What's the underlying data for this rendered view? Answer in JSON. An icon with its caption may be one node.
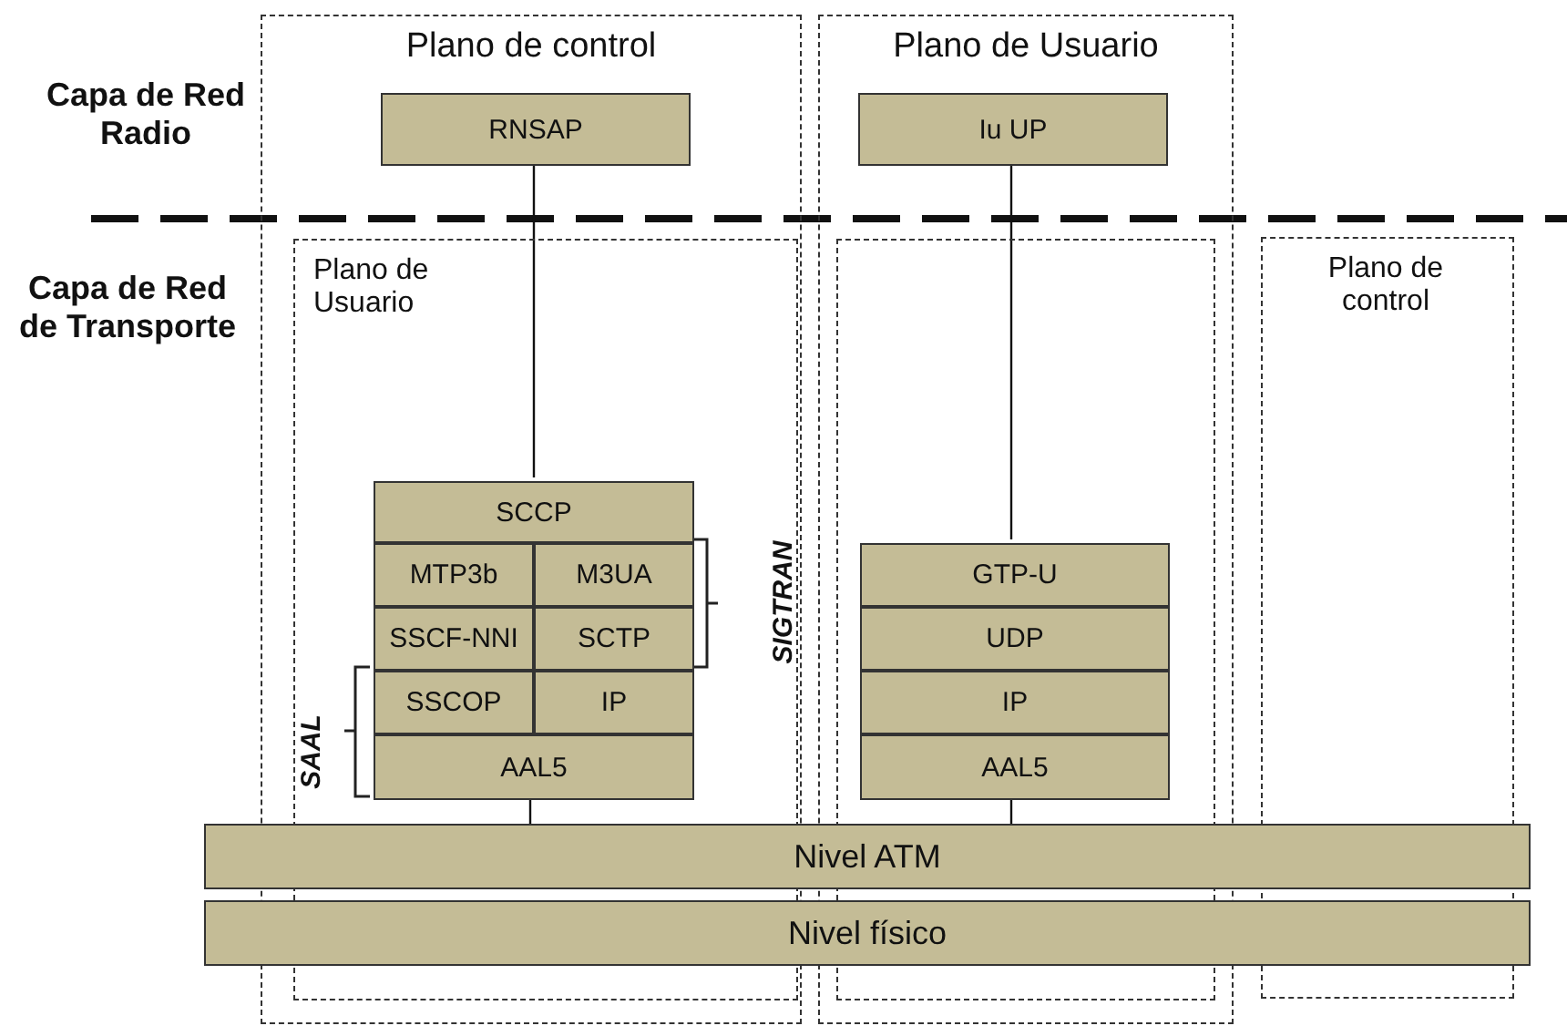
{
  "diagram": {
    "nodes": [
      {
        "text": [
          "Plano de control"
        ]
      },
      {
        "text": [
          "Plano de Usuario"
        ]
      },
      {
        "text": [
          "RNSAP"
        ],
        "in": 0
      },
      {
        "text": [
          "Iu UP"
        ],
        "in": 1
      },
      {
        "text": [
          "Plano de Usuario"
        ],
        "in": 0
      },
      {
        "text": [],
        "shape": "box",
        "in": 1
      },
      {
        "text": [
          "Plano de control"
        ]
      },
      {
        "text": [
          "SCCP"
        ],
        "in": 4
      },
      {
        "text": [
          "MTP3b"
        ],
        "in": 4
      },
      {
        "text": [
          "M3UA"
        ],
        "in": 4
      },
      {
        "text": [
          "SSCF-NNI"
        ],
        "in": 4
      },
      {
        "text": [
          "SCTP"
        ],
        "in": 4
      },
      {
        "text": [
          "SSCOP"
        ],
        "in": 4
      },
      {
        "text": [
          "IP"
        ],
        "in": 4
      },
      {
        "text": [
          "AAL5"
        ],
        "in": 4
      },
      {
        "text": [
          "GTP-U"
        ],
        "in": 5
      },
      {
        "text": [
          "UDP"
        ],
        "in": 5
      },
      {
        "text": [
          "IP"
        ],
        "in": 5
      },
      {
        "text": [
          "AAL5"
        ],
        "in": 5
      },
      {
        "text": [
          "Nivel ATM"
        ]
      },
      {
        "text": [
          "Nivel físico"
        ]
      }
    ],
    "edges": [
      {
        "from": 2,
        "to": 7,
        "arrow": "none"
      },
      {
        "from": 3,
        "to": 15,
        "arrow": "none"
      },
      {
        "from": 14,
        "to": 19,
        "arrow": "none"
      },
      {
        "from": 18,
        "to": 19,
        "arrow": "none"
      }
    ],
    "labels": [
      "Capa de Red Radio",
      "Capa de Red de Transporte",
      "SIGTRAN",
      "SAAL"
    ]
  }
}
